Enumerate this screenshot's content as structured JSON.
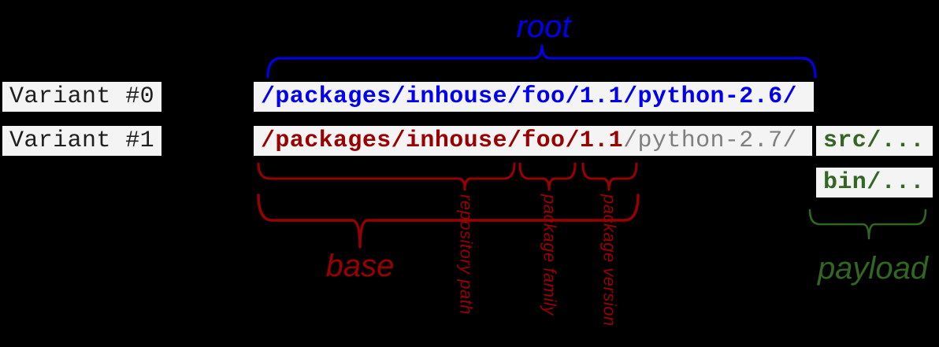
{
  "colors": {
    "background": "#000000",
    "box_bg": "#f4f4f4",
    "blue": "#0000ee",
    "red": "#990000",
    "green": "#336622",
    "gray": "#7f7f7f",
    "label_text": "#1f1f1f"
  },
  "variants": [
    {
      "label": "Variant #0"
    },
    {
      "label": "Variant #1"
    }
  ],
  "paths": {
    "variant0": {
      "full": "/packages/inhouse/foo/1.1/python-2.6/"
    },
    "variant1": {
      "base": "/packages/inhouse/foo/1.1",
      "rest": "/python-2.7/"
    }
  },
  "payload_items": [
    {
      "text": "src/..."
    },
    {
      "text": "bin/..."
    }
  ],
  "annotations": {
    "root": "root",
    "base": "base",
    "payload": "payload",
    "repository_path": "repository path",
    "package_family": "package family",
    "package_version": "package version"
  }
}
